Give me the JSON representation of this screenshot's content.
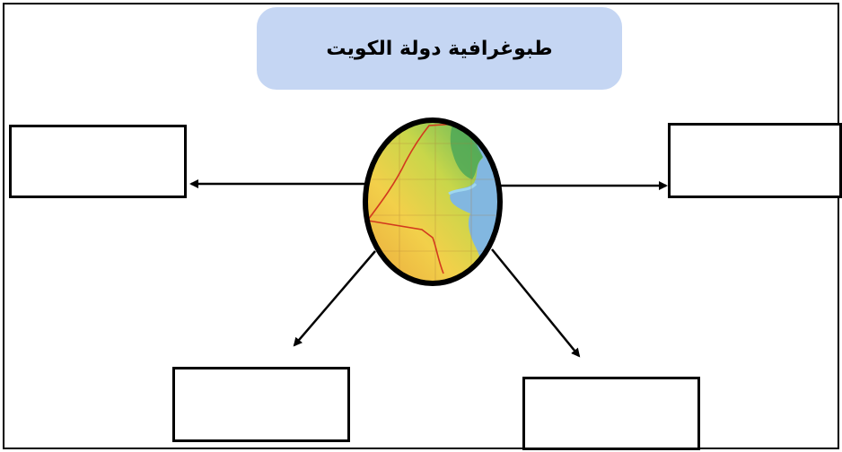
{
  "title": "طبوغرافية دولة الكويت",
  "colors": {
    "title_background": "#c5d6f3",
    "sea": "#7fb4dd",
    "land_low": "#6dbb5a",
    "land_high": "#e6a53a",
    "border_line": "#d23a1e"
  },
  "center_image": {
    "icon": "kuwait-topographic-map-icon"
  },
  "answer_boxes": [
    {
      "position": "left",
      "text": ""
    },
    {
      "position": "right",
      "text": ""
    },
    {
      "position": "bottom-left",
      "text": ""
    },
    {
      "position": "bottom-right",
      "text": ""
    }
  ]
}
